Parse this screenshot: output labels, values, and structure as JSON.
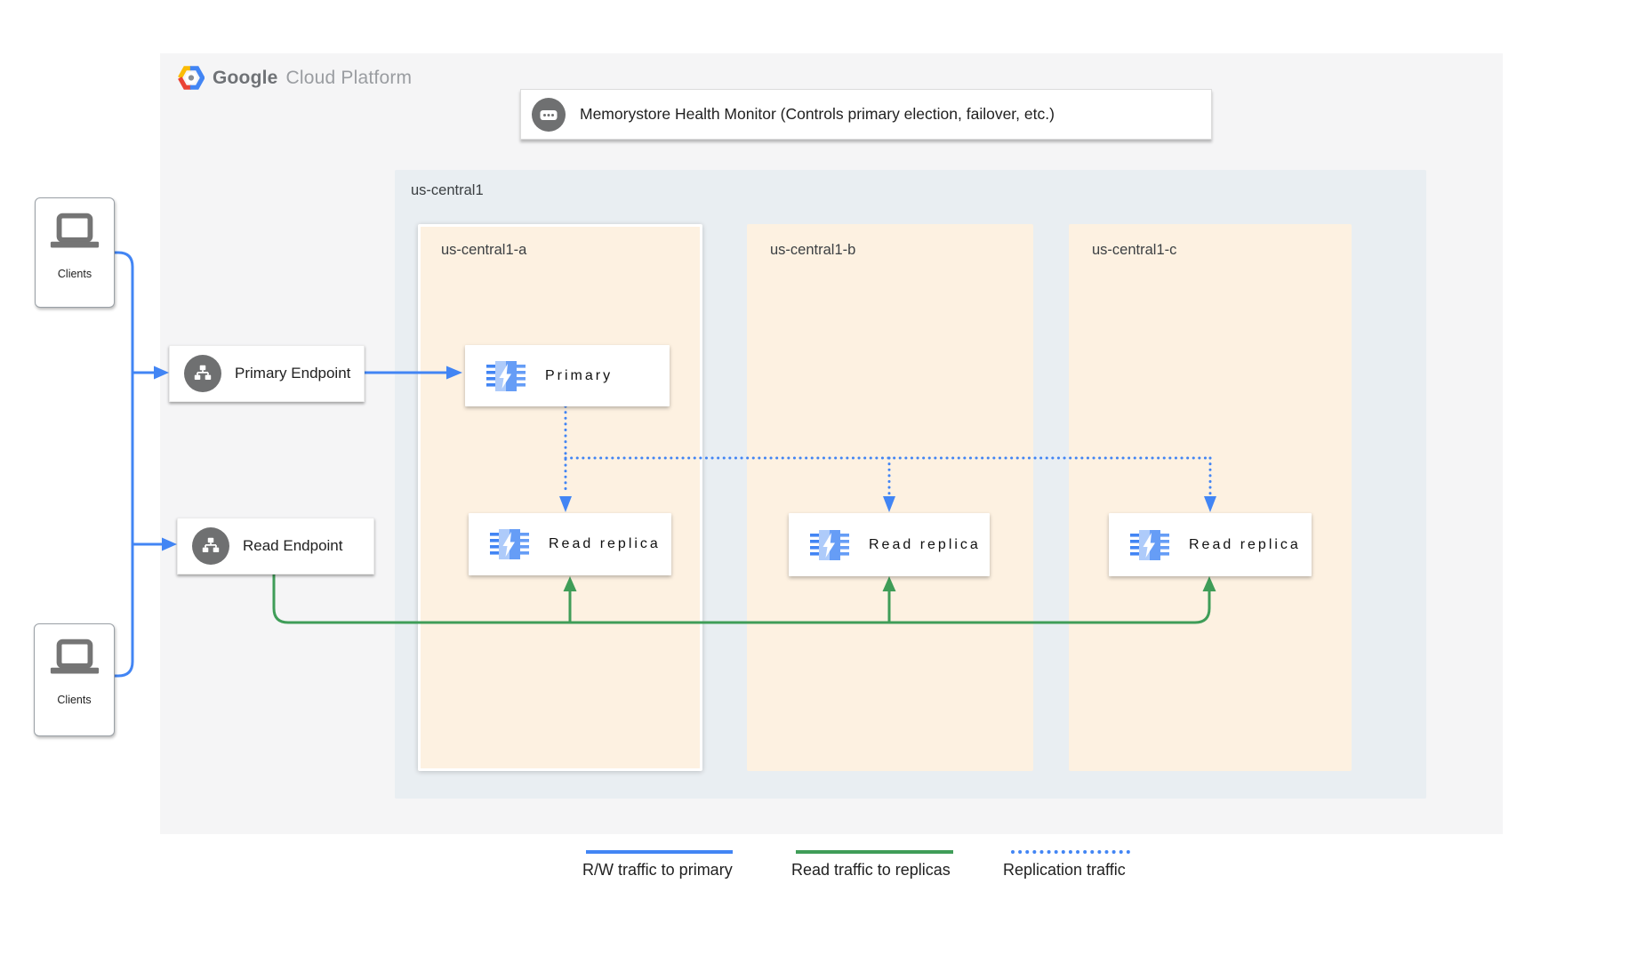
{
  "gcp_logo": {
    "google": "Google",
    "cloud_platform": "Cloud Platform"
  },
  "health_monitor": {
    "label": "Memorystore Health Monitor (Controls primary election, failover, etc.)",
    "icon": "ellipsis-bubble-icon"
  },
  "region": {
    "label": "us-central1"
  },
  "zones": [
    {
      "label": "us-central1-a"
    },
    {
      "label": "us-central1-b"
    },
    {
      "label": "us-central1-c"
    }
  ],
  "clients": {
    "top": {
      "label": "Clients"
    },
    "bottom": {
      "label": "Clients"
    }
  },
  "endpoints": {
    "primary": {
      "label": "Primary Endpoint",
      "icon": "network-endpoint-icon"
    },
    "read": {
      "label": "Read Endpoint",
      "icon": "network-endpoint-icon"
    }
  },
  "nodes": {
    "primary": {
      "label": "Primary",
      "icon": "memorystore-icon"
    },
    "replicas": [
      {
        "label": "Read replica",
        "icon": "memorystore-icon"
      },
      {
        "label": "Read replica",
        "icon": "memorystore-icon"
      },
      {
        "label": "Read replica",
        "icon": "memorystore-icon"
      }
    ]
  },
  "legend": {
    "items": [
      {
        "label": "R/W traffic to primary",
        "style": "solid",
        "color": "#4285f4"
      },
      {
        "label": "Read traffic to replicas",
        "style": "solid",
        "color": "#3f9d58"
      },
      {
        "label": "Replication traffic",
        "style": "dotted",
        "color": "#4285f4"
      }
    ]
  },
  "colors": {
    "traffic_blue": "#4285f4",
    "traffic_green": "#3f9d58",
    "zone_fill": "#fdf1e1",
    "region_fill": "#e9eef2",
    "panel_fill": "#f5f5f6",
    "icon_gray": "#6f7071",
    "logo_red": "#ea4335",
    "logo_yellow": "#fbbc05",
    "logo_blue": "#4285f4"
  }
}
